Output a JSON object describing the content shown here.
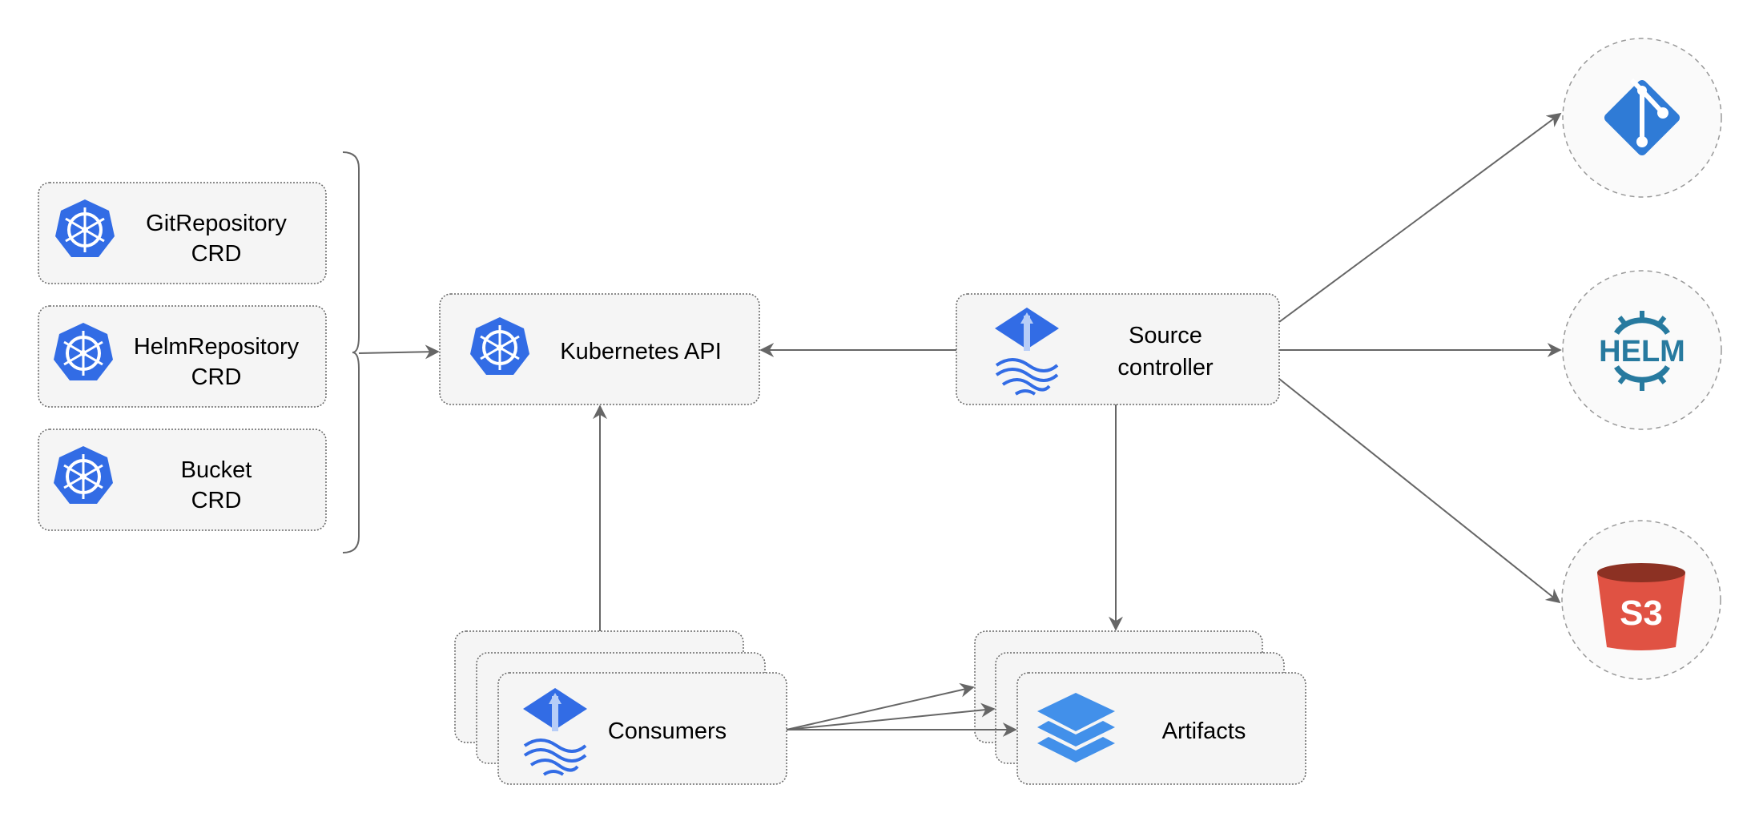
{
  "crds": [
    {
      "line1": "GitRepository",
      "line2": "CRD"
    },
    {
      "line1": "HelmRepository",
      "line2": "CRD"
    },
    {
      "line1": "Bucket",
      "line2": "CRD"
    }
  ],
  "kubernetes_api": {
    "label": "Kubernetes API"
  },
  "source_controller": {
    "line1": "Source",
    "line2": "controller"
  },
  "consumers": {
    "label": "Consumers"
  },
  "artifacts": {
    "label": "Artifacts"
  },
  "sources": [
    {
      "icon": "git-icon"
    },
    {
      "icon": "helm-icon",
      "text": "HELM"
    },
    {
      "icon": "s3-bucket-icon",
      "text": "S3"
    }
  ],
  "colors": {
    "kubernetes": "#326ce5",
    "git": "#2f7bd6",
    "helm": "#277a9f",
    "s3": "#e05243",
    "s3_top": "#8c3123",
    "layers": "#4290ea",
    "edge": "#666666"
  }
}
